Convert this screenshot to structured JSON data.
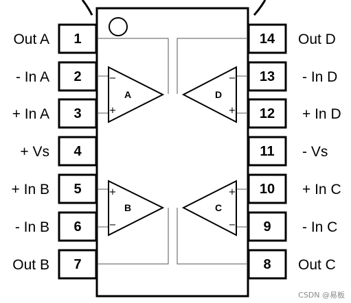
{
  "watermark": "CSDN @易板",
  "pins": [
    {
      "num": "1",
      "label": "Out A"
    },
    {
      "num": "2",
      "label": "- In A"
    },
    {
      "num": "3",
      "label": "+ In A"
    },
    {
      "num": "4",
      "label": "+ Vs"
    },
    {
      "num": "5",
      "label": "+ In B"
    },
    {
      "num": "6",
      "label": "- In B"
    },
    {
      "num": "7",
      "label": "Out B"
    },
    {
      "num": "8",
      "label": "Out C"
    },
    {
      "num": "9",
      "label": "- In C"
    },
    {
      "num": "10",
      "label": "+ In C"
    },
    {
      "num": "11",
      "label": "- Vs"
    },
    {
      "num": "12",
      "label": "+ In D"
    },
    {
      "num": "13",
      "label": "- In D"
    },
    {
      "num": "14",
      "label": "Out D"
    }
  ],
  "amplifiers": [
    {
      "name": "A",
      "top_sign": "−",
      "bottom_sign": "+"
    },
    {
      "name": "B",
      "top_sign": "+",
      "bottom_sign": "−"
    },
    {
      "name": "C",
      "top_sign": "+",
      "bottom_sign": "−"
    },
    {
      "name": "D",
      "top_sign": "−",
      "bottom_sign": "+"
    }
  ]
}
